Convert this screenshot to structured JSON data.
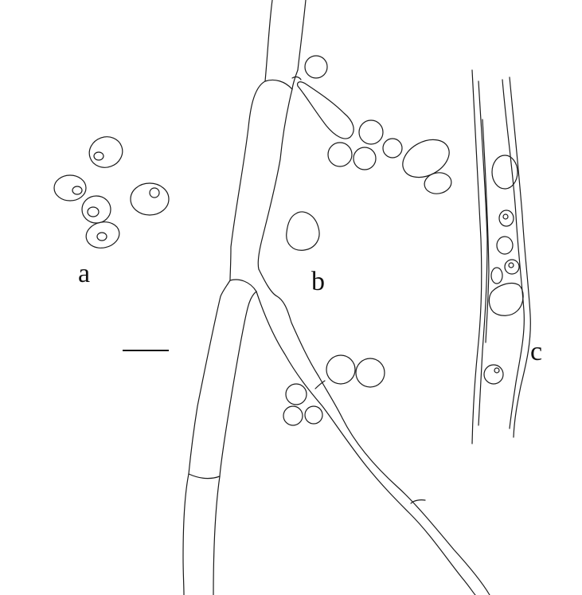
{
  "panels": [
    {
      "id": "a",
      "label": "a"
    },
    {
      "id": "b",
      "label": "b"
    },
    {
      "id": "c",
      "label": "c"
    }
  ],
  "scale_bar": {
    "label": ""
  }
}
